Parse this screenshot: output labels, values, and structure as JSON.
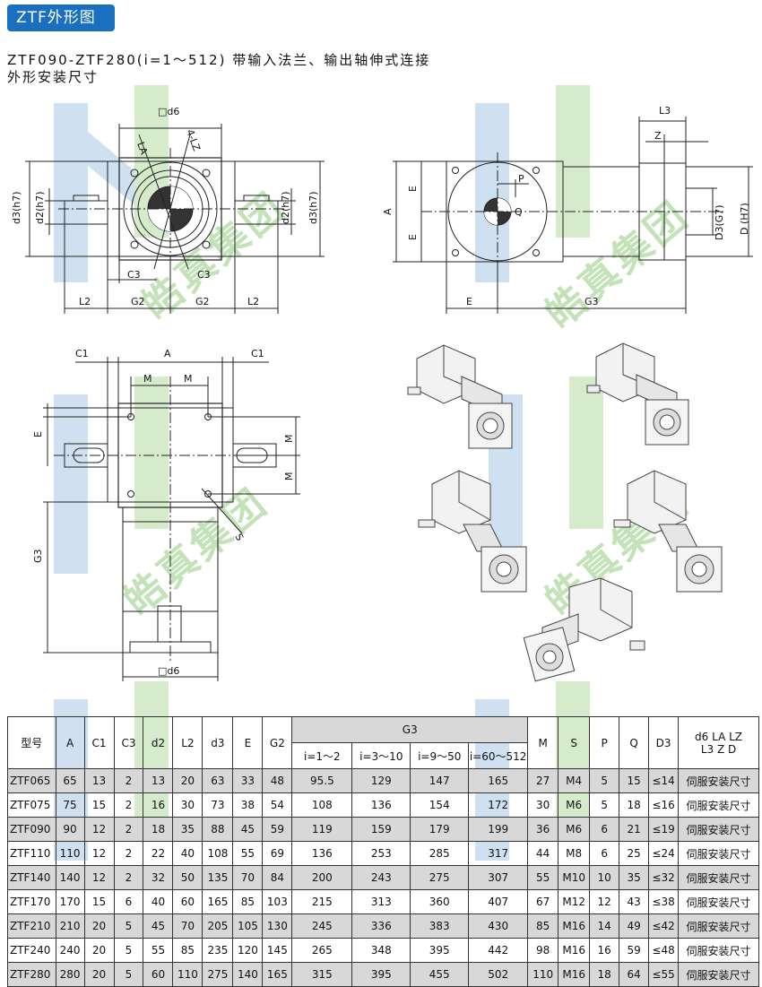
{
  "header": {
    "badge": "ZTF外形图",
    "subtitle_line1": "ZTF090-ZTF280(i=1～512) 带输入法兰、输出轴伸式连接",
    "subtitle_line2": "外形安装尺寸"
  },
  "drawing_labels": {
    "d6": "□d6",
    "la": "LA",
    "lz": "4-LZ",
    "d3h7": "d3(h7)",
    "d2h7": "d2(h7)",
    "c3": "C3",
    "l2": "L2",
    "g2": "G2",
    "l3": "L3",
    "z": "Z",
    "e": "E",
    "a": "A",
    "p": "P",
    "q": "Q",
    "d3g7": "D3(G7)",
    "dh7": "D (H7)",
    "g3": "G3",
    "c1": "C1",
    "m": "M",
    "s": "S"
  },
  "watermark": "皓真集团",
  "table": {
    "headers": {
      "model": "型号",
      "a": "A",
      "c1": "C1",
      "c3": "C3",
      "d2": "d2",
      "l2": "L2",
      "d3": "d3",
      "e": "E",
      "g2": "G2",
      "g3": "G3",
      "g3_sub": [
        "i=1～2",
        "i=3～10",
        "i=9～50",
        "i=60～512"
      ],
      "m": "M",
      "s": "S",
      "p": "P",
      "q": "Q",
      "d3b": "D3",
      "last_line1": "d6 LA LZ",
      "last_line2": "L3 Z D"
    },
    "rows": [
      [
        "ZTF065",
        "65",
        "13",
        "2",
        "13",
        "20",
        "63",
        "33",
        "48",
        "95.5",
        "129",
        "147",
        "165",
        "27",
        "M4",
        "5",
        "15",
        "≤14",
        "伺服安装尺寸"
      ],
      [
        "ZTF075",
        "75",
        "15",
        "2",
        "16",
        "30",
        "73",
        "38",
        "54",
        "108",
        "136",
        "154",
        "172",
        "30",
        "M6",
        "5",
        "18",
        "≤16",
        "伺服安装尺寸"
      ],
      [
        "ZTF090",
        "90",
        "12",
        "2",
        "18",
        "35",
        "88",
        "45",
        "59",
        "119",
        "159",
        "179",
        "199",
        "36",
        "M6",
        "6",
        "21",
        "≤19",
        "伺服安装尺寸"
      ],
      [
        "ZTF110",
        "110",
        "12",
        "2",
        "22",
        "40",
        "108",
        "55",
        "69",
        "136",
        "253",
        "285",
        "317",
        "44",
        "M8",
        "6",
        "25",
        "≤24",
        "伺服安装尺寸"
      ],
      [
        "ZTF140",
        "140",
        "12",
        "2",
        "32",
        "50",
        "135",
        "70",
        "84",
        "200",
        "243",
        "275",
        "307",
        "55",
        "M10",
        "10",
        "35",
        "≤32",
        "伺服安装尺寸"
      ],
      [
        "ZTF170",
        "170",
        "15",
        "6",
        "40",
        "60",
        "165",
        "85",
        "103",
        "215",
        "313",
        "360",
        "407",
        "67",
        "M12",
        "12",
        "43",
        "≤38",
        "伺服安装尺寸"
      ],
      [
        "ZTF210",
        "210",
        "20",
        "5",
        "45",
        "70",
        "205",
        "105",
        "130",
        "245",
        "336",
        "383",
        "430",
        "85",
        "M16",
        "14",
        "49",
        "≤42",
        "伺服安装尺寸"
      ],
      [
        "ZTF240",
        "240",
        "20",
        "5",
        "55",
        "85",
        "235",
        "120",
        "145",
        "265",
        "348",
        "395",
        "442",
        "98",
        "M16",
        "16",
        "59",
        "≤48",
        "伺服安装尺寸"
      ],
      [
        "ZTF280",
        "280",
        "20",
        "5",
        "60",
        "110",
        "275",
        "140",
        "165",
        "315",
        "395",
        "455",
        "502",
        "110",
        "M16",
        "18",
        "64",
        "≤55",
        "伺服安装尺寸"
      ]
    ]
  }
}
